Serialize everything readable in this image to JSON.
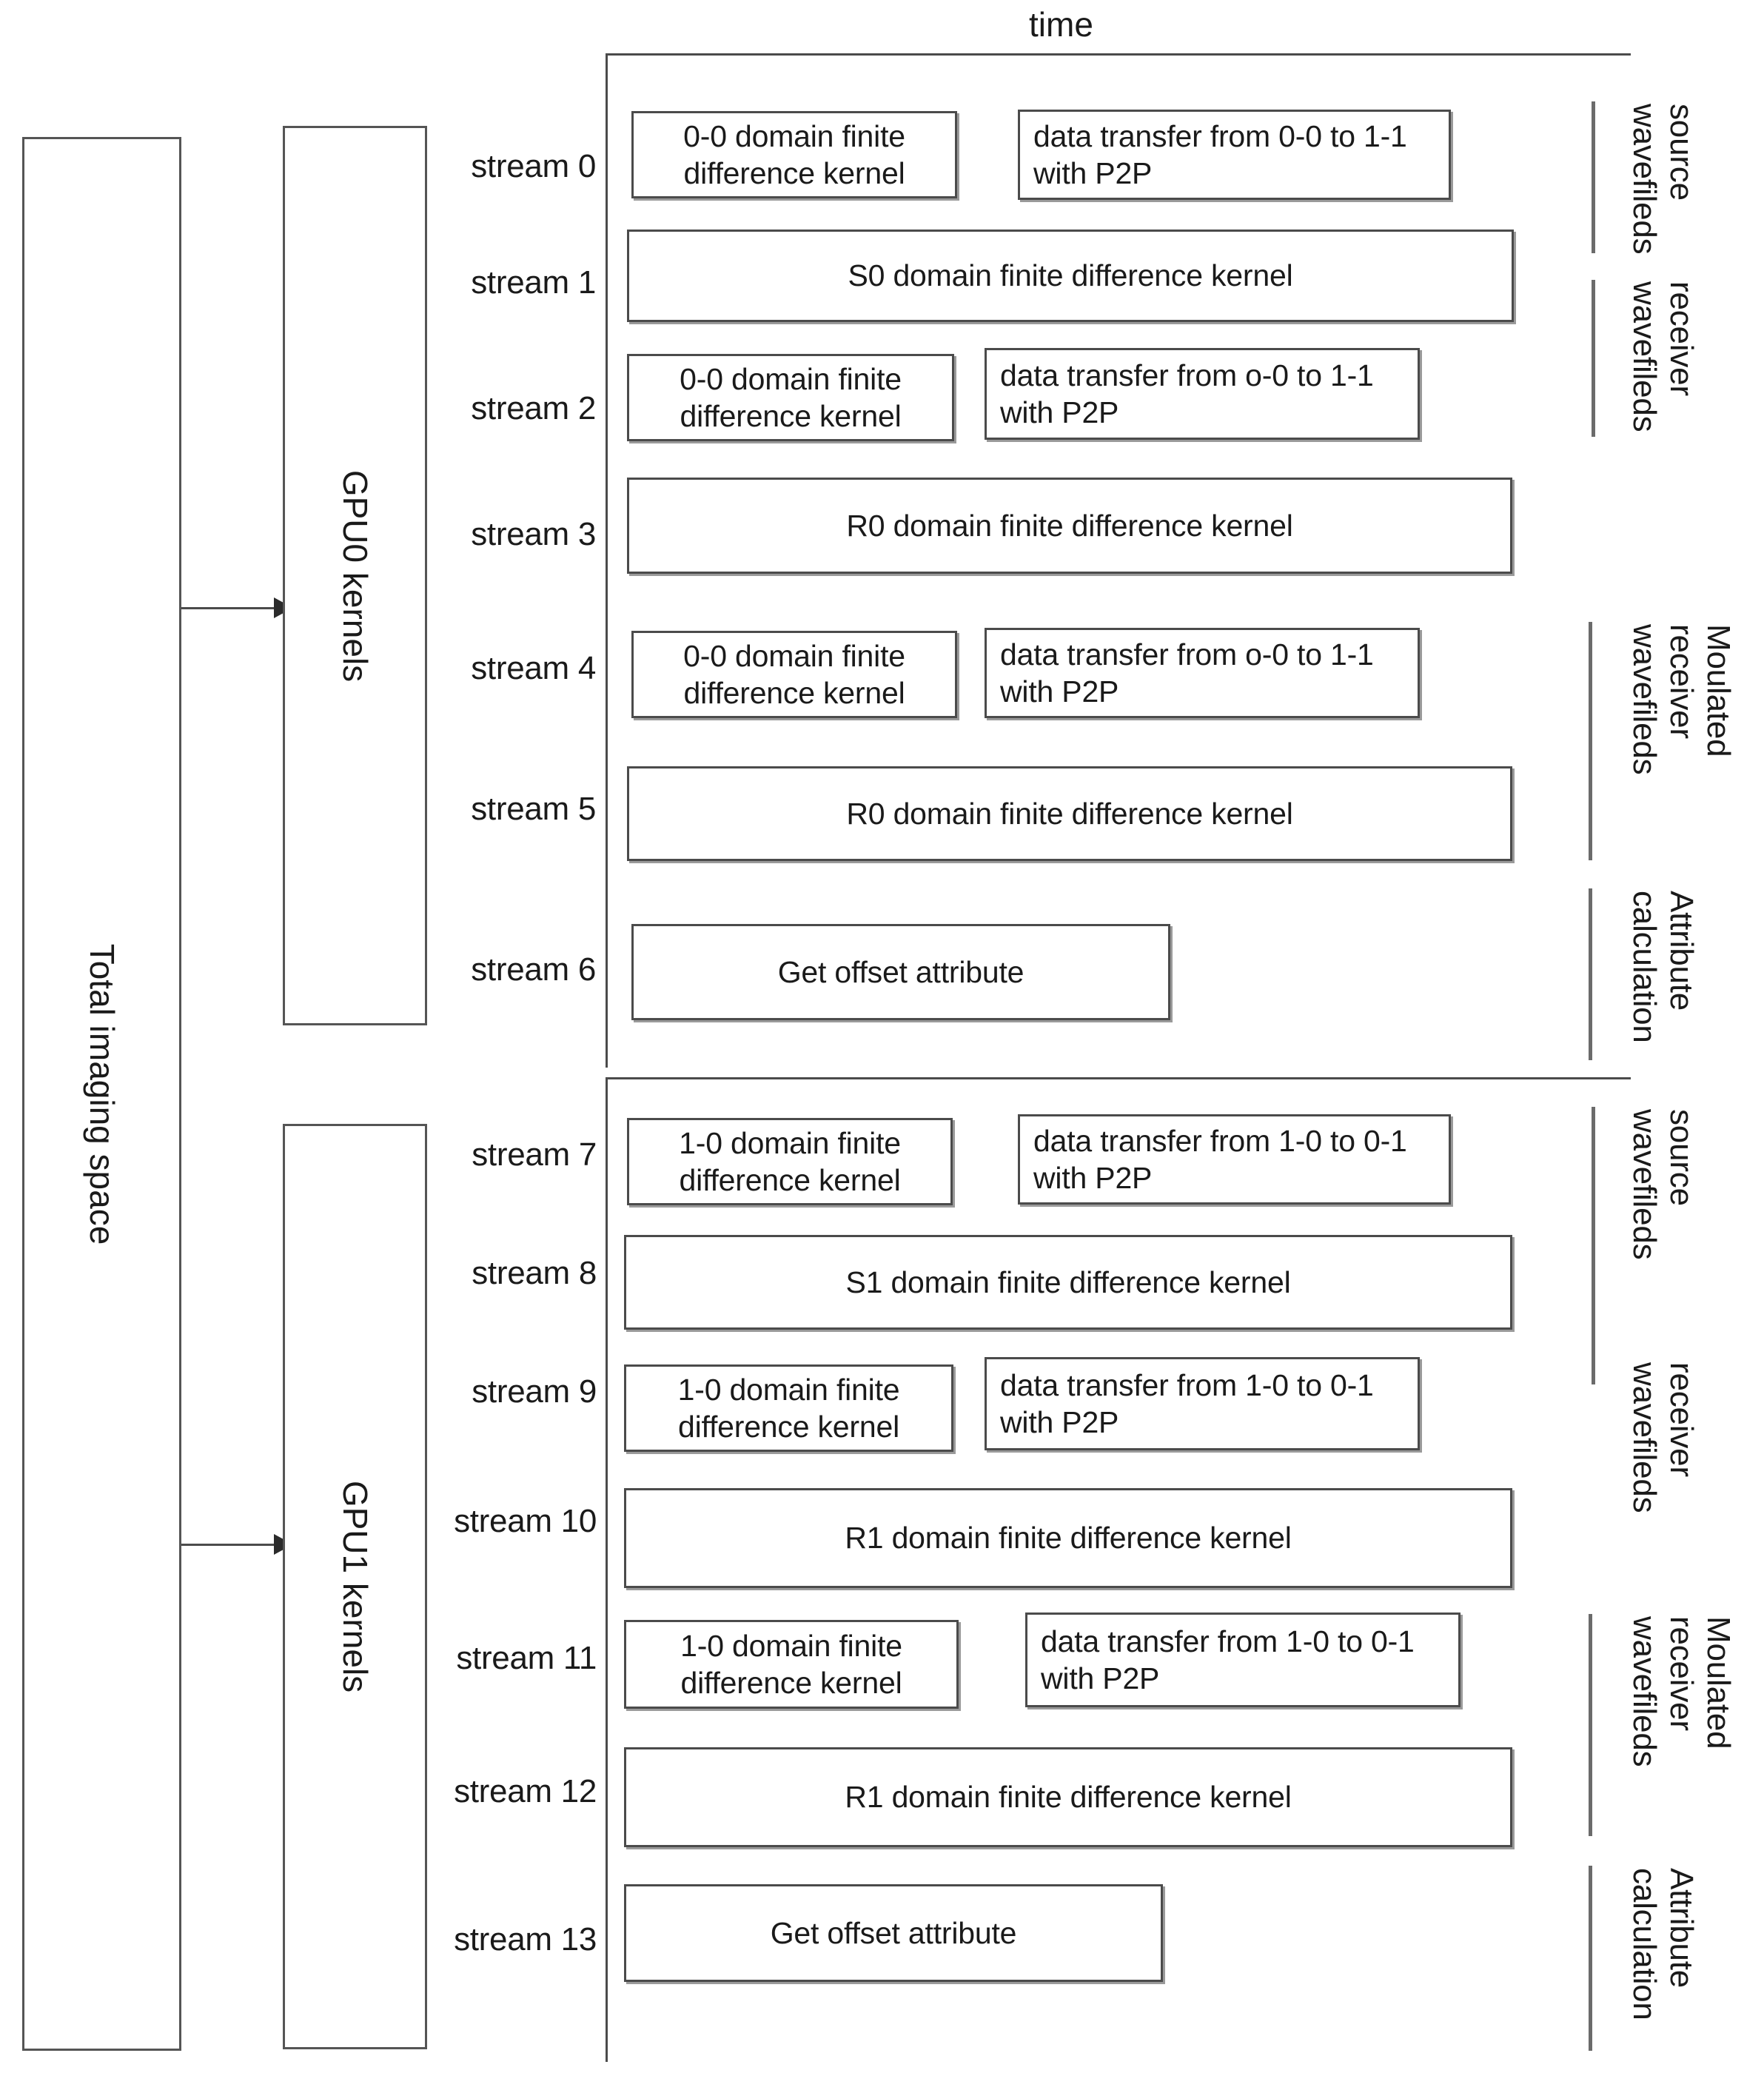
{
  "diagram": {
    "time_axis_label": "time",
    "left_container": {
      "label": "Total imaging space"
    },
    "gpu_containers": [
      {
        "label": "GPU0 kernels"
      },
      {
        "label": "GPU1 kernels"
      }
    ],
    "stream_labels": [
      "stream 0",
      "stream 1",
      "stream 2",
      "stream 3",
      "stream 4",
      "stream 5",
      "stream 6",
      "stream 7",
      "stream 8",
      "stream 9",
      "stream 10",
      "stream 11",
      "stream 12",
      "stream 13"
    ],
    "tasks": {
      "s0_kernel": "0-0 domain finite difference kernel",
      "s0_transfer": "data transfer from 0-0 to 1-1 with P2P",
      "s1_kernel": "S0 domain finite difference kernel",
      "s2_kernel": "0-0 domain finite difference kernel",
      "s2_transfer": "data transfer from o-0 to 1-1 with P2P",
      "s3_kernel": "R0 domain finite difference kernel",
      "s4_kernel": "0-0 domain finite difference kernel",
      "s4_transfer": "data transfer from o-0 to 1-1 with P2P",
      "s5_kernel": "R0 domain finite difference kernel",
      "s6_kernel": "Get offset attribute",
      "s7_kernel": "1-0 domain finite difference kernel",
      "s7_transfer": "data transfer from 1-0 to 0-1 with P2P",
      "s8_kernel": "S1 domain finite difference kernel",
      "s9_kernel": "1-0 domain finite difference kernel",
      "s9_transfer": "data transfer from 1-0 to 0-1 with P2P",
      "s10_kernel": "R1 domain finite difference kernel",
      "s11_kernel": "1-0 domain finite difference kernel",
      "s11_transfer": "data transfer from 1-0 to 0-1 with P2P",
      "s12_kernel": "R1 domain finite difference kernel",
      "s13_kernel": "Get offset attribute"
    },
    "group_labels": {
      "gpu0_source": "source wavefileds",
      "gpu0_receiver": "receiver wavefileds",
      "gpu0_modulated": "Moulated receiver wavefileds",
      "gpu0_attribute": "Attribute calculation",
      "gpu1_source": "source wavefileds",
      "gpu1_receiver": "receiver wavefileds",
      "gpu1_modulated": "Moulated receiver wavefileds",
      "gpu1_attribute": "Attribute calculation"
    },
    "colors": {
      "line": "#4b4b4b",
      "box_border": "#4b4b4b",
      "bracket": "#6b6b6b",
      "text": "#1a1a1a",
      "background": "#ffffff"
    }
  }
}
